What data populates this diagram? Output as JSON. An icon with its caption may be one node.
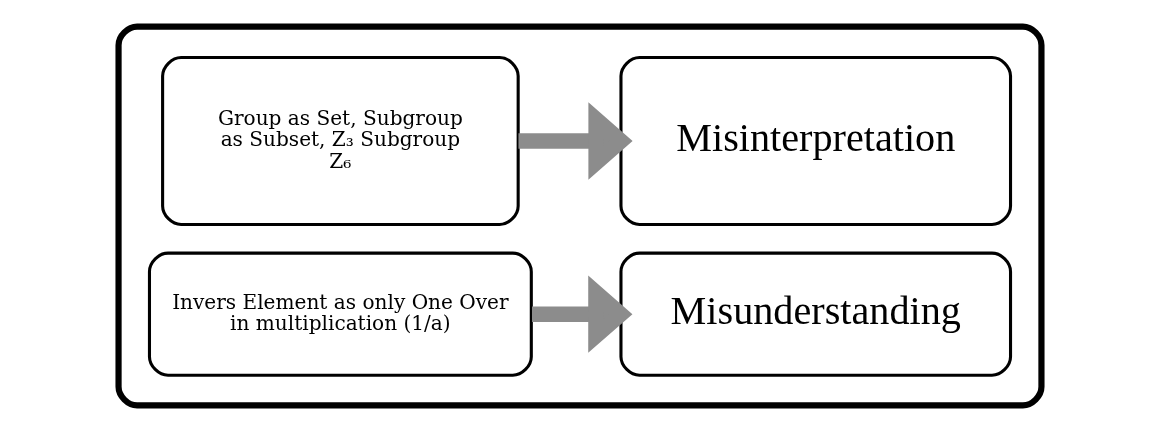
{
  "diagram": {
    "nodes": [
      {
        "text": [],
        "shape": "box"
      },
      {
        "text": [
          "Group as Set, Subgroup as Subset, Z₃ Subgroup Z₆"
        ],
        "in": 0
      },
      {
        "text": [
          "Misinterpretation"
        ],
        "in": 0
      },
      {
        "text": [
          "Invers Element as only One Over in multiplication (1/a)"
        ],
        "in": 0
      },
      {
        "text": [
          "Misunderstanding"
        ],
        "in": 0
      }
    ],
    "edges": [
      {
        "from": 1,
        "to": 2,
        "arrow": "to"
      },
      {
        "from": 3,
        "to": 4,
        "arrow": "to"
      }
    ]
  }
}
